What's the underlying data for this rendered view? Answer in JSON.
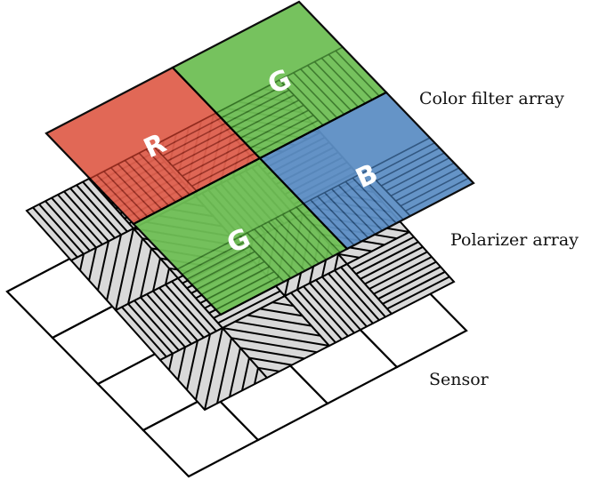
{
  "labels": {
    "color_filter": "Color filter array",
    "polarizer": "Polarizer array",
    "sensor": "Sensor"
  },
  "color_filter": {
    "cells": [
      {
        "letter": "R",
        "color": "#e0604e",
        "stroke": "#8b2418"
      },
      {
        "letter": "G",
        "color": "#6fbf56",
        "stroke": "#2d6b1d"
      },
      {
        "letter": "G",
        "color": "#6fbf56",
        "stroke": "#2d6b1d"
      },
      {
        "letter": "B",
        "color": "#5d8fc5",
        "stroke": "#1f456f"
      }
    ]
  },
  "colors": {
    "polarizer_fill": "#d9d9d9",
    "sensor_fill": "#ffffff",
    "line": "#000000"
  }
}
